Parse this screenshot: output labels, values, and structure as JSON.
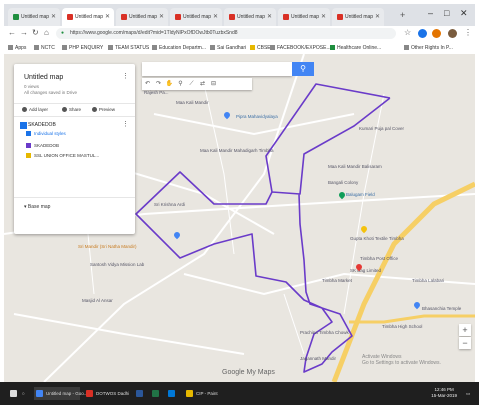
{
  "browser": {
    "tabs": [
      {
        "label": "Untitled map"
      },
      {
        "label": "Untitled map"
      },
      {
        "label": "Untitled map"
      },
      {
        "label": "Untitled map"
      },
      {
        "label": "Untitled map"
      },
      {
        "label": "Untitled map"
      },
      {
        "label": "Untitled map"
      }
    ],
    "url": "https://www.google.com/maps/d/edit?mid=1TldyNlPxOfDOwJtb0TuzbxSnd8",
    "bookmarks": [
      "Apps",
      "NCTC",
      "PHP ENQUIRY",
      "TEAM STATUS",
      "Education Departm...",
      "Sai Gandhari",
      "CBSE",
      "FACEBOOK/EXPOSE...",
      "Healthcare Online...",
      "Other Rights In P..."
    ]
  },
  "panel": {
    "title": "Untitled map",
    "views": "0 views",
    "changes": "All changes saved in Drive",
    "add_layer": "Add layer",
    "share": "Share",
    "preview": "Preview",
    "layer_name": "SKADEDOB",
    "layer_items": [
      "Individual styles",
      "SKADEDOB",
      "SSL UNION OFFICE MASTUL..."
    ],
    "base_map": "Base map"
  },
  "map_labels": [
    {
      "text": "Rajesh Pa...",
      "color": "gray"
    },
    {
      "text": "Maa Kali Mandir",
      "color": "gray"
    },
    {
      "text": "Pipra Mahavidyalaya",
      "color": "blue"
    },
    {
      "text": "Kumari Puja pal Cover",
      "color": "gray"
    },
    {
      "text": "Maa Kali Mandir Mahadigarh Timbha",
      "color": "gray"
    },
    {
      "text": "Maa Kali Mandir Balisaram",
      "color": "gray"
    },
    {
      "text": "Bangali Colony",
      "color": "gray"
    },
    {
      "text": "Balugam Field",
      "color": "blue"
    },
    {
      "text": "Sri Krishna Ardi",
      "color": "gray"
    },
    {
      "text": "Sri Mandir (Sri Natha Mandir)",
      "color": "orange"
    },
    {
      "text": "Santosh Vidya Mission Lab",
      "color": "gray"
    },
    {
      "text": "Gupta Khoti Textile Timbha",
      "color": "gray"
    },
    {
      "text": "Timbha Post Office",
      "color": "gray"
    },
    {
      "text": "SK Bag Limited",
      "color": "gray"
    },
    {
      "text": "Timbha Market",
      "color": "gray"
    },
    {
      "text": "Timbha Lalabari",
      "color": "gray"
    },
    {
      "text": "Masjid Al Ansar",
      "color": "gray"
    },
    {
      "text": "Bhasanchia Temple",
      "color": "gray"
    },
    {
      "text": "Timbha High School",
      "color": "gray"
    },
    {
      "text": "Prachina Timbha Chowk",
      "color": "gray"
    },
    {
      "text": "Jagannath Mandir",
      "color": "gray"
    }
  ],
  "watermark": {
    "line1": "Activate Windows",
    "line2": "Go to Settings to activate Windows."
  },
  "logo": "Google My Maps",
  "taskbar": {
    "items": [
      "Untitled map - Goo...",
      "DOTWOS Dadhi",
      "CIP - Paint"
    ],
    "time": "12:46 PM",
    "date": "15-Mar-2019"
  }
}
